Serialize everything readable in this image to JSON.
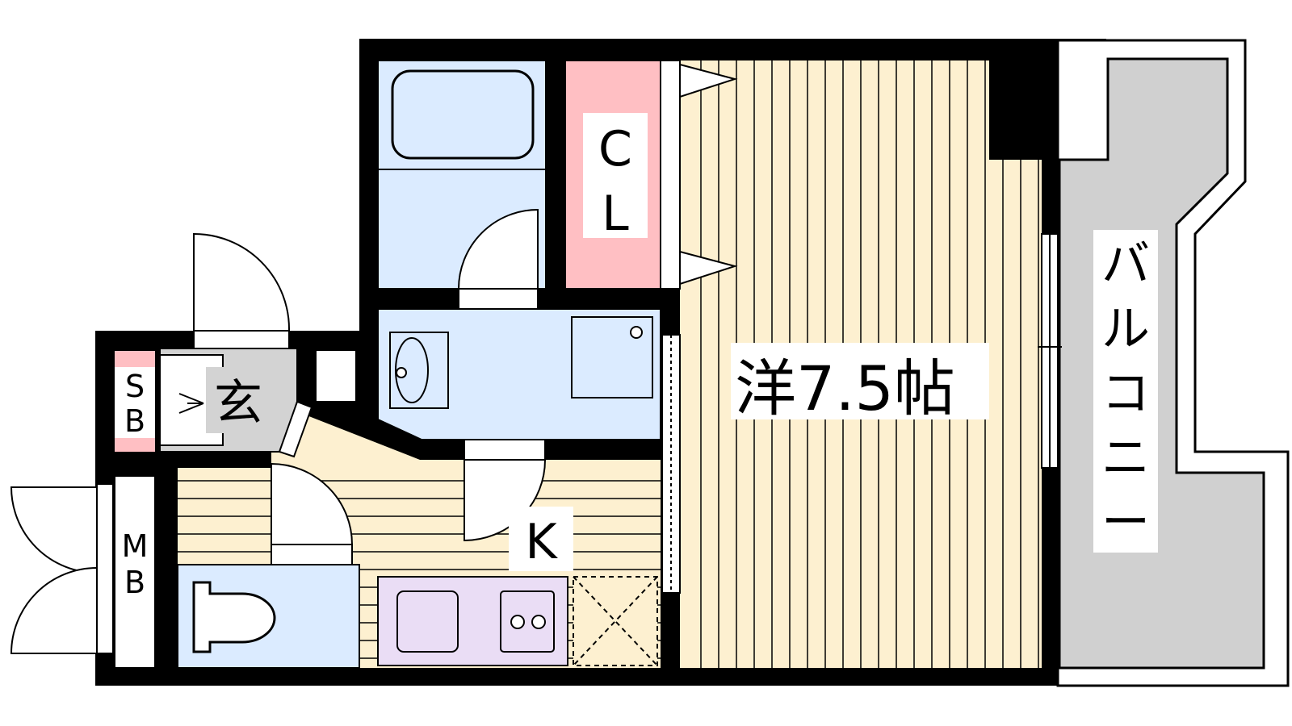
{
  "rooms": {
    "western": {
      "label": "洋7.5帖",
      "color": "#FDF0D0"
    },
    "kitchen": {
      "label": "K",
      "color": "#FDF0D0"
    },
    "entrance": {
      "label": "玄",
      "color": "#D3D3D3"
    },
    "closet": {
      "label_line1": "C",
      "label_line2": "L",
      "color": "#FFBFC3"
    },
    "shoe_box": {
      "label_line1": "S",
      "label_line2": "B",
      "color": "#FFBFC3"
    },
    "meter_box": {
      "label_line1": "M",
      "label_line2": "B"
    },
    "balcony": {
      "label_chars": [
        "バ",
        "ル",
        "コ",
        "ニ",
        "ー"
      ],
      "color": "#D0D0D0"
    },
    "bathroom": {
      "color": "#DBEBFF"
    },
    "toilet": {
      "color": "#DBEBFF"
    },
    "cooktop": {
      "color": "#EADDF5"
    }
  },
  "colors": {
    "wall": "#000000",
    "line": "#000000",
    "fixture": "#FFFFFF"
  }
}
